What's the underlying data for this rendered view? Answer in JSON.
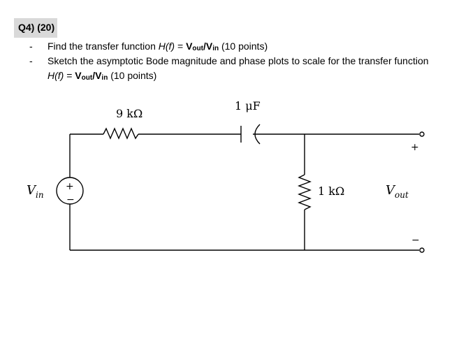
{
  "question": {
    "label": "Q4) (20)"
  },
  "bullets": [
    {
      "dash": "-",
      "prefix": "Find the transfer function ",
      "func": "H(f)",
      "eq": " = ",
      "v1": "V",
      "v1sub": "out",
      "slash": "/",
      "v2": "V",
      "v2sub": "in",
      "suffix": " (10 points)"
    },
    {
      "dash": "-",
      "line1": "Sketch the asymptotic Bode magnitude and phase plots to scale for the transfer function",
      "func": "H(f)",
      "eq": " = ",
      "v1": "V",
      "v1sub": "out",
      "slash": "/",
      "v2": "V",
      "v2sub": "in",
      "suffix": " (10 points)"
    }
  ],
  "circuit": {
    "r1_label": "9 kΩ",
    "c1_label": "1 μF",
    "r2_label": "1 kΩ",
    "vin_main": "V",
    "vin_sub": "in",
    "vout_main": "V",
    "vout_sub": "out",
    "plus": "+",
    "minus": "−",
    "src_plus": "+",
    "src_minus": "−"
  }
}
